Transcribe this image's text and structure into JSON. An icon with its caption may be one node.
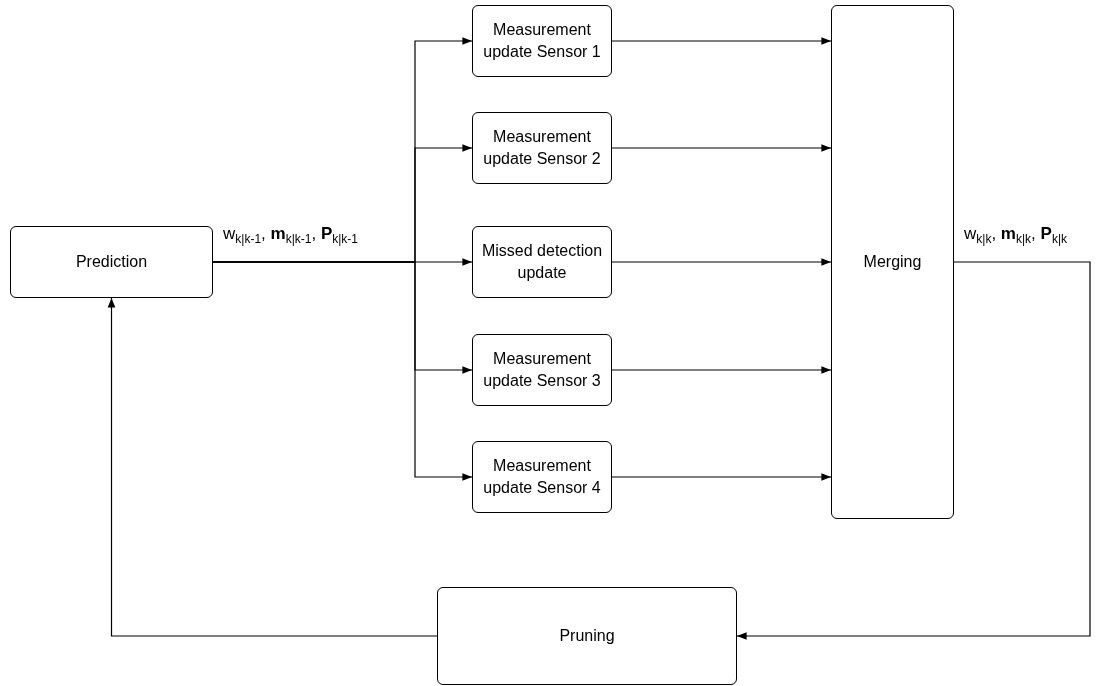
{
  "diagram": {
    "nodes": [
      {
        "text": [
          "Prediction"
        ]
      },
      {
        "text": [
          "Measurement update Sensor 1"
        ]
      },
      {
        "text": [
          "Measurement update Sensor 2"
        ]
      },
      {
        "text": [
          "Missed detection update"
        ]
      },
      {
        "text": [
          "Measurement update Sensor 3"
        ]
      },
      {
        "text": [
          "Measurement update Sensor 4"
        ]
      },
      {
        "text": [
          "Merging"
        ]
      },
      {
        "text": [
          "Pruning"
        ]
      }
    ],
    "edges": [
      {
        "from": 0,
        "to": 1,
        "arrow": "to"
      },
      {
        "from": 0,
        "to": 2,
        "arrow": "to"
      },
      {
        "from": 0,
        "to": 3,
        "arrow": "to",
        "label": "w$_{k|k-1}$, **m**$_{k|k-1}$, **P**$_{k|k-1}$"
      },
      {
        "from": 0,
        "to": 4,
        "arrow": "to"
      },
      {
        "from": 0,
        "to": 5,
        "arrow": "to"
      },
      {
        "from": 1,
        "to": 6,
        "arrow": "to"
      },
      {
        "from": 2,
        "to": 6,
        "arrow": "to"
      },
      {
        "from": 3,
        "to": 6,
        "arrow": "to"
      },
      {
        "from": 4,
        "to": 6,
        "arrow": "to"
      },
      {
        "from": 5,
        "to": 6,
        "arrow": "to"
      },
      {
        "from": 6,
        "to": 7,
        "arrow": "to",
        "label": "w$_{k|k}$, **m**$_{k|k}$, **P**$_{k|k}$"
      },
      {
        "from": 7,
        "to": 0,
        "arrow": "to"
      }
    ]
  }
}
